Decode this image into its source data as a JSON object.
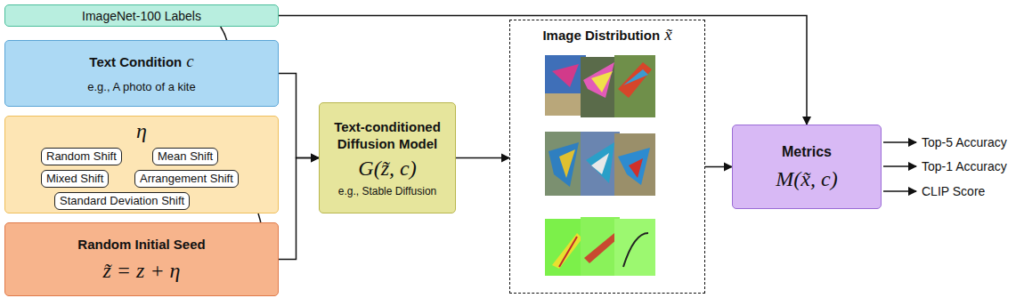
{
  "diagram": {
    "nodes": [
      {
        "text": [
          "ImageNet-100 Labels"
        ]
      },
      {
        "text": [
          "Text Condition",
          "c",
          "e.g., A photo of a kite"
        ]
      },
      {
        "text": [
          "η"
        ]
      },
      {
        "text": [
          "Random Shift"
        ],
        "in": 2
      },
      {
        "text": [
          "Mean Shift"
        ],
        "in": 2
      },
      {
        "text": [
          "Mixed Shift"
        ],
        "in": 2
      },
      {
        "text": [
          "Arrangement Shift"
        ],
        "in": 2
      },
      {
        "text": [
          "Standard Deviation Shift"
        ],
        "in": 2
      },
      {
        "text": [
          "Random Initial Seed",
          "z̃ = z + η"
        ]
      },
      {
        "text": [
          "Text-conditioned Diffusion Model",
          "G(z̃, c)",
          "e.g., Stable Diffusion"
        ]
      },
      {
        "text": [
          "Image Distribution",
          "x̃"
        ]
      },
      {
        "text": [
          "Metrics",
          "M(x̃, c)"
        ]
      }
    ],
    "edges": [
      {
        "from": 0,
        "to": 1,
        "arrow": "to"
      },
      {
        "from": 0,
        "to": 11,
        "arrow": "to"
      },
      {
        "from": 2,
        "to": 8,
        "arrow": "to"
      },
      {
        "from": 1,
        "to": 9,
        "arrow": "to"
      },
      {
        "from": 8,
        "to": 9,
        "arrow": "to"
      },
      {
        "from": 9,
        "to": 10,
        "arrow": "to"
      },
      {
        "from": 10,
        "to": 11,
        "arrow": "to"
      }
    ],
    "labels": [
      "Top-5 Accuracy",
      "Top-1 Accuracy",
      "CLIP Score"
    ]
  }
}
